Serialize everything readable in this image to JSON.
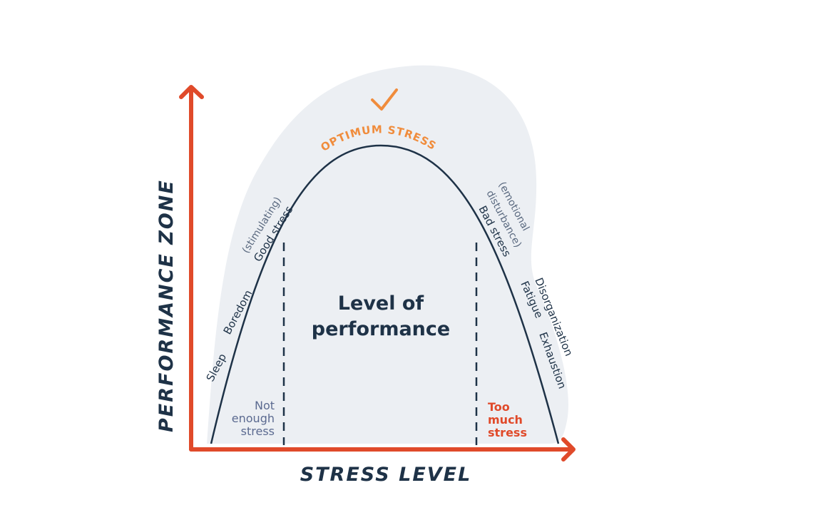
{
  "axes": {
    "y_title": "PERFORMANCE ZONE",
    "x_title": "STRESS LEVEL"
  },
  "peak": {
    "label": "OPTIMUM STRESS",
    "icon": "checkmark-icon"
  },
  "center": {
    "line1": "Level of",
    "line2": "performance"
  },
  "left_labels": {
    "sleep": "Sleep",
    "boredom": "Boredom",
    "good_stress": "Good stress",
    "stimulating": "(stimulating)"
  },
  "right_labels": {
    "bad_stress": "Bad stress",
    "disturbance": "disturbance)",
    "emotional": "(emotional",
    "fatigue": "Fatigue",
    "disorganization": "Disorganization",
    "exhaustion": "Exhaustion"
  },
  "zones": {
    "low": {
      "line1": "Not",
      "line2": "enough",
      "line3": "stress"
    },
    "high": {
      "line1": "Too",
      "line2": "much",
      "line3": "stress"
    }
  },
  "colors": {
    "axis": "#e04a2a",
    "curve": "#1e3247",
    "optimum": "#f08c3c",
    "blob": "#eceff3",
    "low_zone": "#5b6a90"
  }
}
